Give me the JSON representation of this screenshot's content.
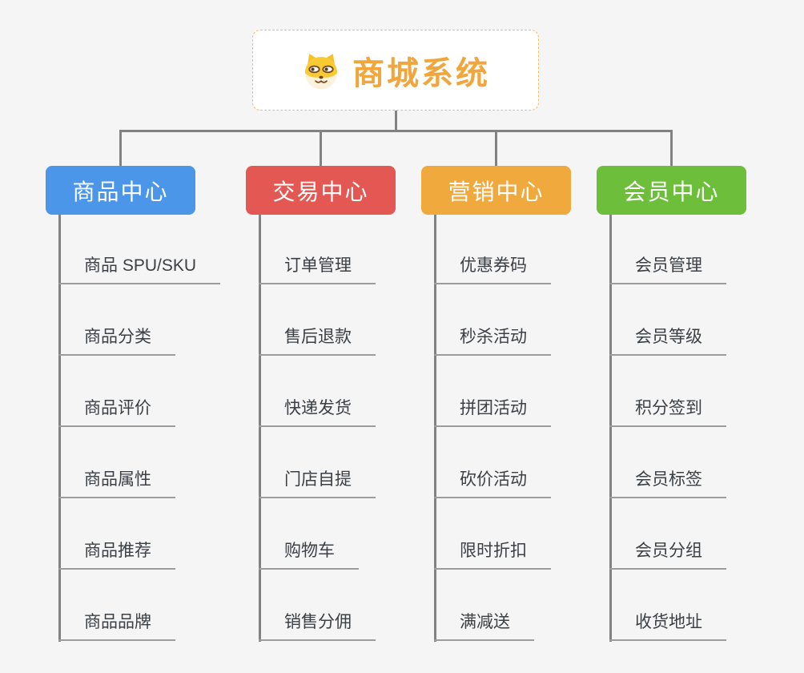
{
  "root": {
    "title": "商城系统",
    "icon": "dog-face-icon",
    "text_color": "#F0A63C",
    "border_color": "#EFBE6B"
  },
  "style": {
    "background": "#F5F5F6",
    "connector_color": "#828282",
    "underline_color": "#9C9C9C",
    "leaf_text_color": "#3B4045"
  },
  "branches": [
    {
      "label": "商品中心",
      "color": "#4B96E8",
      "items": [
        "商品 SPU/SKU",
        "商品分类",
        "商品评价",
        "商品属性",
        "商品推荐",
        "商品品牌"
      ]
    },
    {
      "label": "交易中心",
      "color": "#E45853",
      "items": [
        "订单管理",
        "售后退款",
        "快递发货",
        "门店自提",
        "购物车",
        "销售分佣"
      ]
    },
    {
      "label": "营销中心",
      "color": "#EFA93D",
      "items": [
        "优惠券码",
        "秒杀活动",
        "拼团活动",
        "砍价活动",
        "限时折扣",
        "满减送"
      ]
    },
    {
      "label": "会员中心",
      "color": "#6CBE3B",
      "items": [
        "会员管理",
        "会员等级",
        "积分签到",
        "会员标签",
        "会员分组",
        "收货地址"
      ]
    }
  ]
}
